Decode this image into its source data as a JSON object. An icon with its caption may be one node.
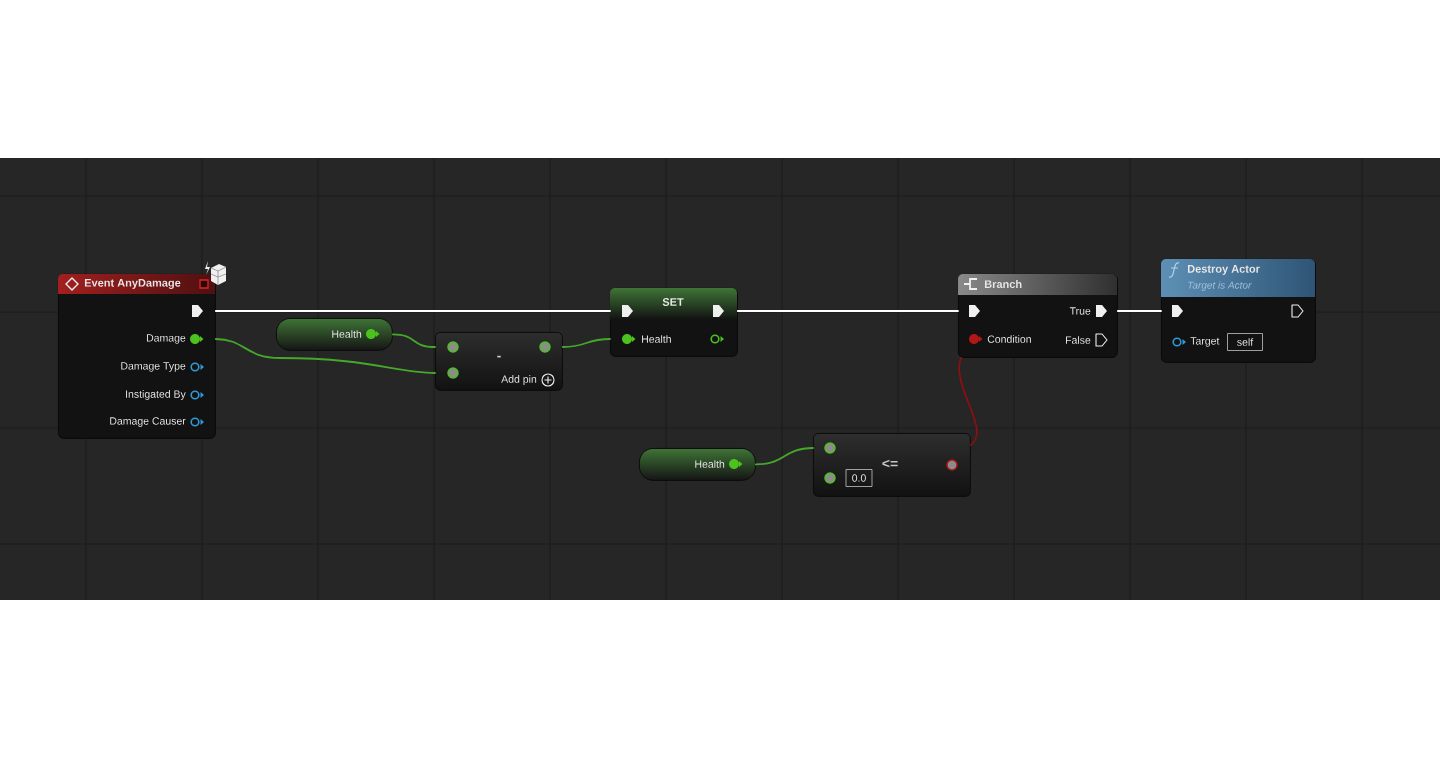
{
  "diagram": {
    "nodes": [
      {
        "text": [
          "Event AnyDamage",
          "Damage",
          "Damage Type",
          "Instigated By",
          "Damage Causer"
        ]
      },
      {
        "text": [
          "Health"
        ]
      },
      {
        "text": [
          "-",
          "Add pin"
        ]
      },
      {
        "text": [
          "SET",
          "Health"
        ]
      },
      {
        "text": [
          "Health"
        ]
      },
      {
        "text": [
          "<=",
          "0.0"
        ]
      },
      {
        "text": [
          "Branch",
          "True",
          "Condition",
          "False"
        ]
      },
      {
        "text": [
          "Destroy Actor",
          "Target is Actor",
          "Target",
          "self"
        ]
      }
    ],
    "edges": [
      {
        "from": 0,
        "to": 3,
        "arrow": "none",
        "color": "#ffffff"
      },
      {
        "from": 3,
        "to": 6,
        "arrow": "none",
        "color": "#ffffff"
      },
      {
        "from": 6,
        "to": 7,
        "arrow": "none",
        "color": "#ffffff"
      },
      {
        "from": 0,
        "to": 2,
        "arrow": "none"
      },
      {
        "from": 1,
        "to": 2,
        "arrow": "none"
      },
      {
        "from": 2,
        "to": 3,
        "arrow": "none"
      },
      {
        "from": 4,
        "to": 5,
        "arrow": "none"
      },
      {
        "from": 5,
        "to": 6,
        "arrow": "none",
        "color": "#8b1010"
      }
    ]
  }
}
